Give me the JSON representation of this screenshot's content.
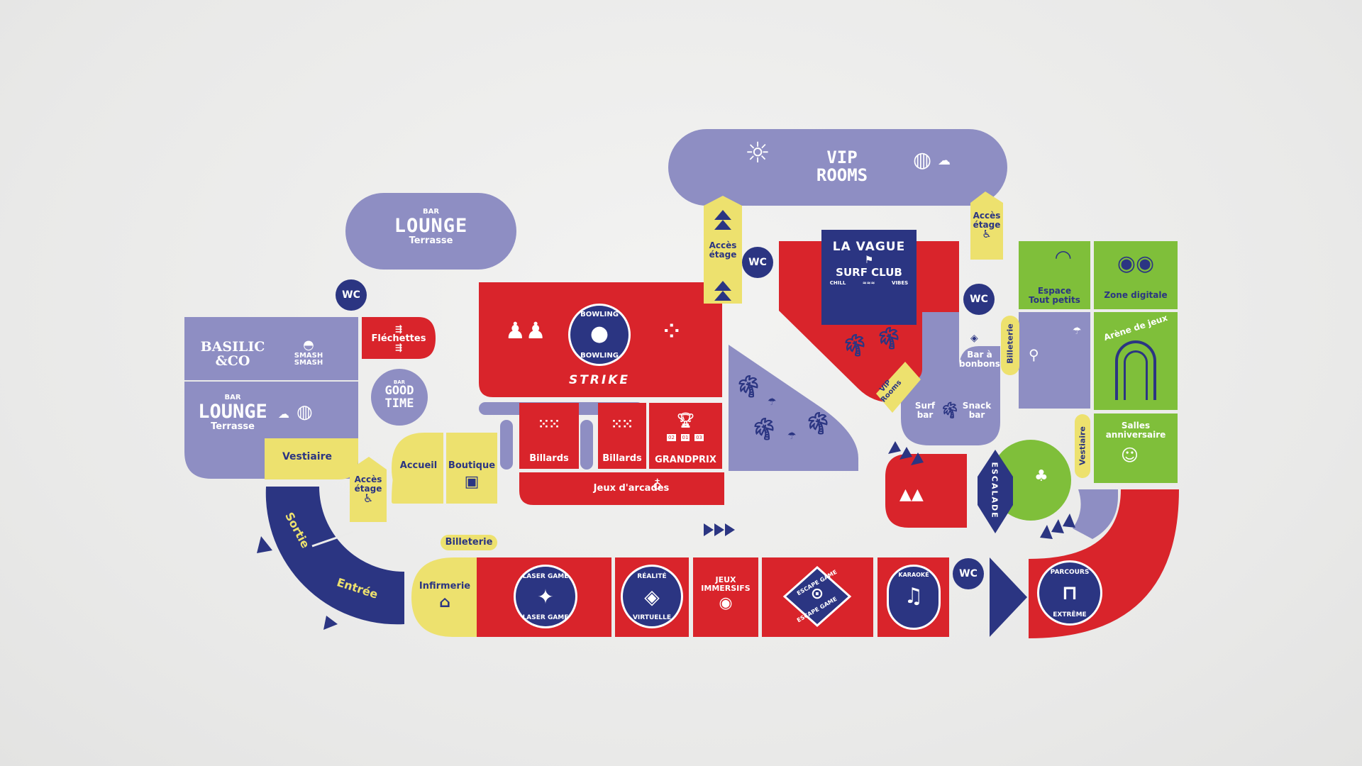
{
  "colors": {
    "background": "#ebebea",
    "lavender": "#8e8ec3",
    "red": "#d9242b",
    "navy": "#2b3582",
    "yellow": "#ede16e",
    "green": "#7fbf3a",
    "white": "#ffffff"
  },
  "zones": {
    "vip_rooms": {
      "line1": "VIP",
      "line2": "ROOMS"
    },
    "bar_lounge_top": {
      "small": "BAR",
      "big": "LOUNGE",
      "sub": "Terrasse"
    },
    "basilic": {
      "line1": "BASILIC",
      "line2": "&CO"
    },
    "smash": {
      "line1": "SMASH",
      "line2": "SMASH"
    },
    "bar_lounge_left": {
      "small": "BAR",
      "big": "LOUNGE",
      "sub": "Terrasse"
    },
    "flechettes": "Fléchettes",
    "good_time": {
      "small": "BAR",
      "line1": "GOOD",
      "line2": "TIME"
    },
    "vestiaire_left": "Vestiaire",
    "acces_etage_left": {
      "line1": "Accès",
      "line2": "étage"
    },
    "accueil": "Accueil",
    "boutique": "Boutique",
    "sortie": "Sortie",
    "entree": "Entrée",
    "billeterie_bottom": "Billeterie",
    "infirmerie": "Infirmerie",
    "bowling": {
      "badge_top": "BOWLING",
      "badge_bottom": "BOWLING",
      "strike": "STRIKE"
    },
    "billards_1": "Billards",
    "billards_2": "Billards",
    "grandprix": "GRANDPRIX",
    "jeux_arcades": "Jeux d'arcades",
    "acces_etage_center": {
      "line1": "Accès",
      "line2": "étage"
    },
    "la_vague": {
      "line1": "LA VAGUE",
      "line2": "SURF CLUB",
      "line3a": "CHILL",
      "line3b": "VIBES"
    },
    "vip_rooms_small": {
      "line1": "ViP",
      "line2": "Rooms"
    },
    "surf_bar": {
      "line1": "Surf",
      "line2": "bar"
    },
    "snack_bar": {
      "line1": "Snack",
      "line2": "bar"
    },
    "bar_bonbons": {
      "line1": "Bar à",
      "line2": "bonbons"
    },
    "billeterie_right": "Billeterie",
    "acces_etage_right": {
      "line1": "Accès",
      "line2": "étage"
    },
    "espace_tout_petits": {
      "line1": "Espace",
      "line2": "Tout petits"
    },
    "zone_digitale": "Zone digitale",
    "arene_de_jeux": "Arène de jeux",
    "salles_anniversaire": {
      "line1": "Salles",
      "line2": "anniversaire"
    },
    "vestiaire_right": "Vestiaire",
    "escalade": "ESCALADE",
    "laser_game": {
      "top": "LASER GAME",
      "bottom": "LASER GAME"
    },
    "realite_virtuelle": {
      "top": "RÉALITÉ",
      "bottom": "VIRTUELLE"
    },
    "jeux_immersifs": {
      "line1": "JEUX",
      "line2": "IMMERSIFS"
    },
    "escape_game": {
      "top": "ESCAPE GAME",
      "bottom": "ESCAPE GAME"
    },
    "karaoke": "KARAOKÉ",
    "parcours_extreme": {
      "top": "PARCOURS",
      "bottom": "EXTRÊME"
    }
  },
  "wc_label": "WC",
  "grandprix_podium": [
    "02",
    "01",
    "03"
  ]
}
